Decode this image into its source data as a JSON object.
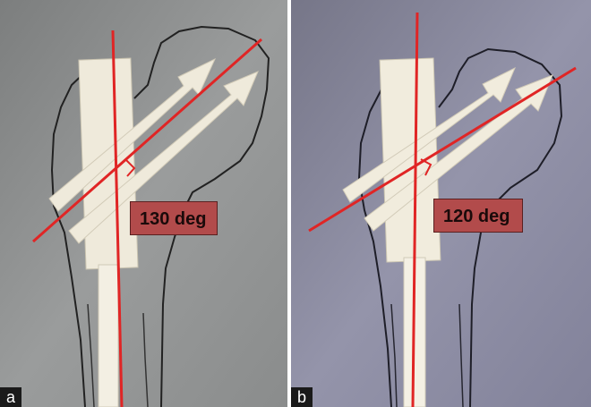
{
  "panels": [
    {
      "letter": "a",
      "angle_label": "130 deg",
      "angle_deg": 130,
      "background_color": "#8e9090"
    },
    {
      "letter": "b",
      "angle_label": "120 deg",
      "angle_deg": 120,
      "background_color": "#84849a"
    }
  ],
  "colors": {
    "axis_line": "#e02525",
    "implant": "#efeadb",
    "bone_outline": "#222222",
    "label_box": "#b24b4b"
  }
}
